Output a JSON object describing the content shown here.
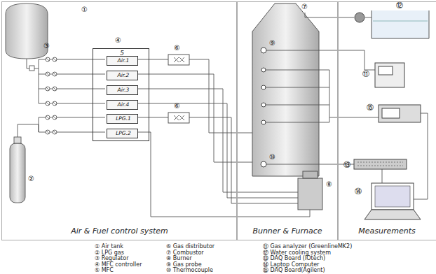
{
  "diagram": {
    "nodes": [
      {
        "text": [
          "Air & Fuel  control system"
        ]
      },
      {
        "text": [
          "Bunner & Furnace"
        ]
      },
      {
        "text": [
          "Measurements"
        ]
      },
      {
        "text": [
          "5"
        ],
        "in": 0
      },
      {
        "text": [
          "Air.1"
        ],
        "in": 3
      },
      {
        "text": [
          "Air.2"
        ],
        "in": 3
      },
      {
        "text": [
          "Air.3"
        ],
        "in": 3
      },
      {
        "text": [
          "Air.4"
        ],
        "in": 3
      },
      {
        "text": [
          "LPG.1"
        ],
        "in": 3
      },
      {
        "text": [
          "LPG.2"
        ],
        "in": 3
      }
    ],
    "labels": [
      "①",
      "②",
      "③",
      "④",
      "⑥",
      "⑥",
      "⑦",
      "⑧",
      "⑨",
      "⑩",
      "⑪",
      "⑫",
      "⑬",
      "⑭",
      "⑮",
      "① Air tank",
      "② LPG gas",
      "③ Regulator",
      "④ MFC controller",
      "⑤ MFC",
      "⑥ Gas distributor",
      "⑦ Combustor",
      "⑧ Burner",
      "⑨ Gas probe",
      "⑩ Thermocouple",
      "⑪ Gas analyzer (GreenlineMK2)",
      "⑫ Water cooling  system",
      "⑬ DAQ Board (IOtech)",
      "⑭ Laptop Computer",
      "⑮ DAQ Board(Agilent)"
    ]
  }
}
